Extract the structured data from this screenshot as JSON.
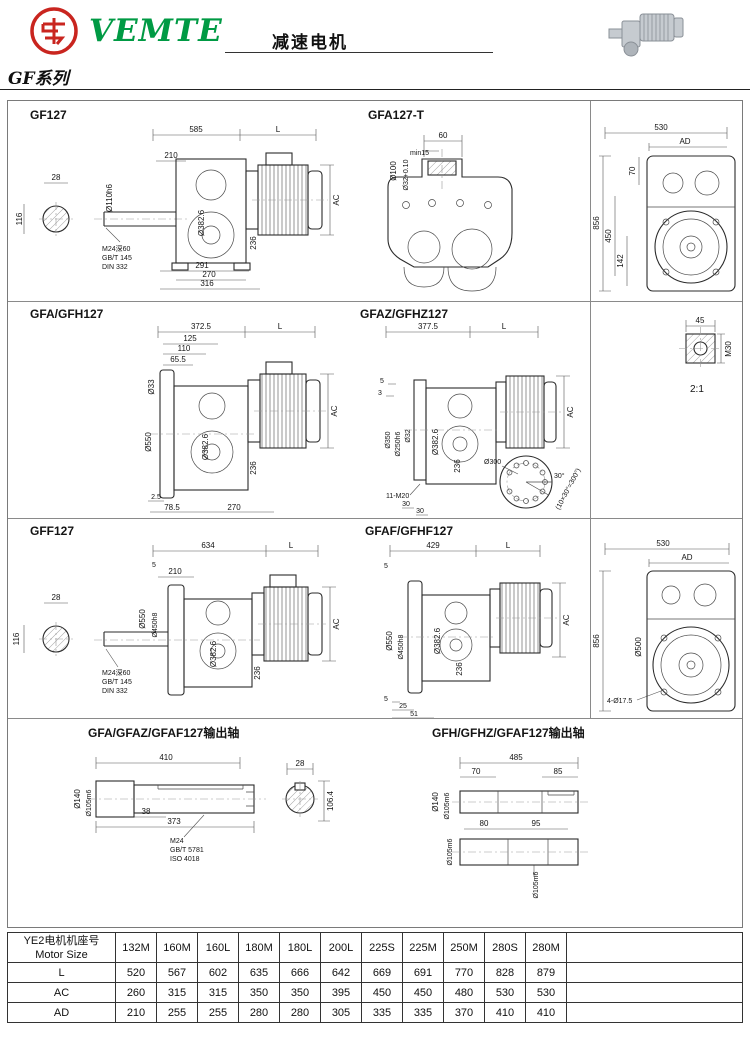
{
  "colors": {
    "brand_green": "#009a44",
    "logo_red": "#c9251f"
  },
  "header": {
    "brand": "VEMTE",
    "doc_title": "减速电机",
    "series_label": "GF系列"
  },
  "panels": {
    "gf127": {
      "title": "GF127",
      "dim_585": "585",
      "dim_L": "L",
      "dim_210": "210",
      "dim_28": "28",
      "dim_116": "116",
      "dim_shaft": "Ø110h6",
      "dim_body": "Ø382.6",
      "dim_236": "236",
      "dim_291": "291",
      "dim_270": "270",
      "dim_316": "316",
      "dim_AC": "AC",
      "note1": "M24深60",
      "note2": "GB/T 145",
      "note3": "DIN 332"
    },
    "gfa127t": {
      "title": "GFA127-T",
      "dim_60": "60",
      "dim_min15": "min15",
      "dim_d100": "Ø100",
      "dim_d32": "Ø32+0.10"
    },
    "rear_top": {
      "dim_530": "530",
      "dim_AD": "AD",
      "dim_856": "856",
      "dim_70": "70",
      "dim_450": "450",
      "dim_142": "142"
    },
    "gfa_gfh127": {
      "title": "GFA/GFH127",
      "dim_3725": "372.5",
      "dim_L": "L",
      "dim_125": "125",
      "dim_110": "110",
      "dim_655": "65.5",
      "dim_d33": "Ø33",
      "dim_d550": "Ø550",
      "dim_body": "Ø382.6",
      "dim_236": "236",
      "dim_25": "2.5",
      "dim_785": "78.5",
      "dim_270": "270",
      "dim_AC": "AC"
    },
    "gfaz_gfhz127": {
      "title": "GFAZ/GFHZ127",
      "dim_3775": "377.5",
      "dim_L": "L",
      "dim_5": "5",
      "dim_3": "3",
      "dim_d350": "Ø350",
      "dim_d250": "Ø250h6",
      "dim_d32": "Ø32",
      "dim_body": "Ø382.6",
      "dim_236": "236",
      "dim_bolts": "11-M20",
      "dim_30a": "30",
      "dim_30b": "30",
      "dim_AC": "AC",
      "flange": {
        "dim_d300": "Ø300",
        "dim_30deg": "30°",
        "note": "(10×30°=300°)"
      }
    },
    "shaft_detail": {
      "dim_45": "45",
      "dim_M30": "M30",
      "scale": "2:1"
    },
    "gff127": {
      "title": "GFF127",
      "dim_634": "634",
      "dim_L": "L",
      "dim_5": "5",
      "dim_210": "210",
      "dim_28": "28",
      "dim_116": "116",
      "dim_d550": "Ø550",
      "dim_d450": "Ø450h8",
      "dim_body": "Ø382.6",
      "dim_236": "236",
      "dim_AC": "AC",
      "note1": "M24深60",
      "note2": "GB/T 145",
      "note3": "DIN 332"
    },
    "gfaf_gfhf127": {
      "title": "GFAF/GFHF127",
      "dim_429": "429",
      "dim_L": "L",
      "dim_5a": "5",
      "dim_d550": "Ø550",
      "dim_d450": "Ø450h8",
      "dim_body": "Ø382.6",
      "dim_236": "236",
      "dim_5b": "5",
      "dim_25": "25",
      "dim_51": "51",
      "dim_AC": "AC"
    },
    "rear_bottom": {
      "dim_530": "530",
      "dim_AD": "AD",
      "dim_856": "856",
      "dim_d500": "Ø500",
      "dim_holes": "4-Ø17.5"
    },
    "shaft_a": {
      "title": "GFA/GFAZ/GFAF127输出轴",
      "dim_410": "410",
      "dim_38": "38",
      "dim_373": "373",
      "dim_28": "28",
      "dim_1064": "106.4",
      "dim_d140": "Ø140",
      "dim_d105": "Ø105m6",
      "note1": "M24",
      "note2": "GB/T 5781",
      "note3": "ISO 4018"
    },
    "shaft_h": {
      "title": "GFH/GFHZ/GFAF127输出轴",
      "dim_485": "485",
      "dim_70": "70",
      "dim_85": "85",
      "dim_80": "80",
      "dim_95": "95",
      "dim_d140": "Ø140",
      "dim_d105a": "Ø105m6",
      "dim_d105b": "Ø105m6",
      "dim_d105c": "Ø105m6"
    }
  },
  "table": {
    "header_cn": "YE2电机机座号",
    "header_en": "Motor Size",
    "sizes": [
      "132M",
      "160M",
      "160L",
      "180M",
      "180L",
      "200L",
      "225S",
      "225M",
      "250M",
      "280S",
      "280M"
    ],
    "rows": [
      {
        "label": "L",
        "values": [
          "520",
          "567",
          "602",
          "635",
          "666",
          "642",
          "669",
          "691",
          "770",
          "828",
          "879"
        ]
      },
      {
        "label": "AC",
        "values": [
          "260",
          "315",
          "315",
          "350",
          "350",
          "395",
          "450",
          "450",
          "480",
          "530",
          "530"
        ]
      },
      {
        "label": "AD",
        "values": [
          "210",
          "255",
          "255",
          "280",
          "280",
          "305",
          "335",
          "335",
          "370",
          "410",
          "410"
        ]
      }
    ]
  }
}
